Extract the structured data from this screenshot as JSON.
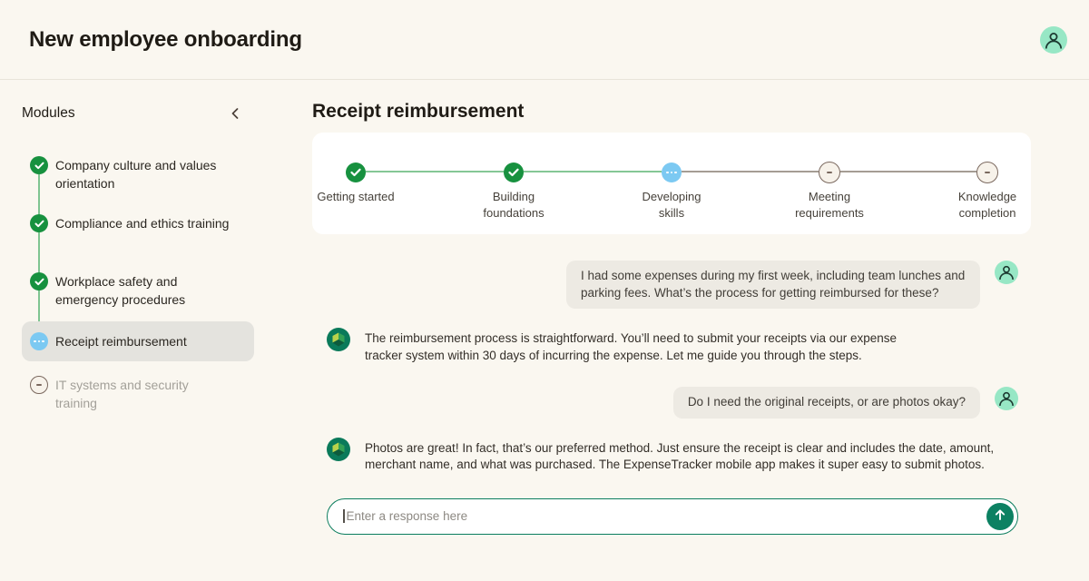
{
  "header": {
    "title": "New employee onboarding"
  },
  "sidebar": {
    "heading": "Modules",
    "collapse_icon": "chevron-left-icon",
    "items": [
      {
        "label": "Company culture and values orientation",
        "status": "complete"
      },
      {
        "label": "Compliance and ethics training",
        "status": "complete"
      },
      {
        "label": "Workplace safety and emergency procedures",
        "status": "complete"
      },
      {
        "label": "Receipt reimbursement",
        "status": "in-progress",
        "selected": true
      },
      {
        "label": "IT systems and security training",
        "status": "not-started"
      }
    ]
  },
  "main": {
    "title": "Receipt reimbursement",
    "stepper": {
      "steps": [
        {
          "label": "Getting started",
          "status": "complete"
        },
        {
          "label": "Building foundations",
          "status": "complete"
        },
        {
          "label": "Developing skills",
          "status": "in-progress"
        },
        {
          "label": "Meeting requirements",
          "status": "not-started"
        },
        {
          "label": "Knowledge completion",
          "status": "not-started"
        }
      ]
    },
    "chat": {
      "messages": [
        {
          "role": "user",
          "text": "I had some expenses during my first week, including team lunches and parking fees. What’s the process for getting reimbursed for these?"
        },
        {
          "role": "assistant",
          "text": "The reimbursement process is straightforward. You’ll need to submit your receipts via our expense tracker system within 30 days of incurring the expense. Let me guide you through the steps."
        },
        {
          "role": "user",
          "text": "Do I need the original receipts, or are photos okay?"
        },
        {
          "role": "assistant",
          "text": "Photos are great! In fact, that’s our preferred method. Just ensure the receipt is clear and includes the date, amount, merchant name, and what was purchased. The ExpenseTracker mobile app makes it super easy to submit photos."
        }
      ],
      "input": {
        "placeholder": "Enter a response here",
        "send_icon": "arrow-up-icon"
      }
    }
  },
  "colors": {
    "background": "#faf7f0",
    "card": "#ffffff",
    "complete_green": "#17913f",
    "progress_blue": "#7cc9f2",
    "pending_outline": "#7a685e",
    "accent_teal": "#0b7d5e",
    "mint_avatar": "#97e7c5",
    "bubble_gray": "#edeae3",
    "selected_row": "#e4e3de"
  }
}
